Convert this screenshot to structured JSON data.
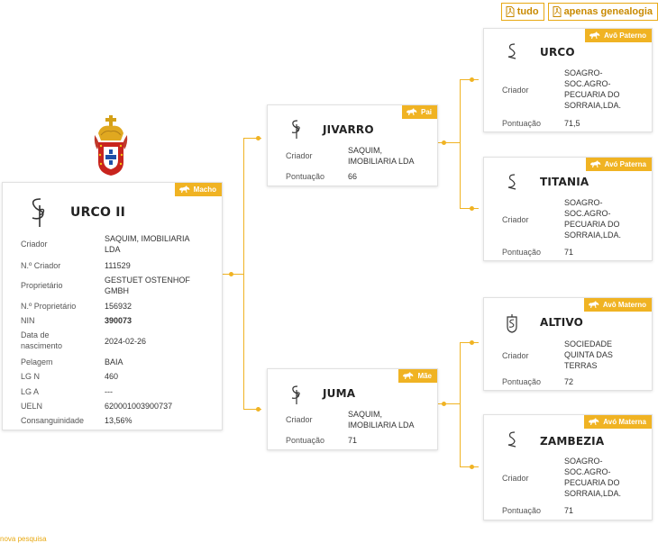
{
  "top_buttons": {
    "all_label": "tudo",
    "genealogy_label": "apenas genealogia"
  },
  "horse": {
    "name": "URCO II",
    "badge": "Macho",
    "fields": [
      {
        "label": "Criador",
        "value": "SAQUIM, IMOBILIARIA LDA"
      },
      {
        "label": "N.º Criador",
        "value": "111529"
      },
      {
        "label": "Proprietário",
        "value": "GESTUET OSTENHOF GMBH"
      },
      {
        "label": "N.º Proprietário",
        "value": "156932"
      },
      {
        "label": "NIN",
        "value": "390073"
      },
      {
        "label": "Data de nascimento",
        "value": "2024-02-26"
      },
      {
        "label": "Pelagem",
        "value": "BAIA"
      },
      {
        "label": "LG N",
        "value": "460"
      },
      {
        "label": "LG A",
        "value": "---"
      },
      {
        "label": "UELN",
        "value": "620001003900737"
      },
      {
        "label": "Consanguinidade",
        "value": "13,56%"
      }
    ]
  },
  "sire": {
    "name": "JIVARRO",
    "badge": "Pai",
    "criador_label": "Criador",
    "criador": "SAQUIM, IMOBILIARIA LDA",
    "pontuacao_label": "Pontuação",
    "pontuacao": "66"
  },
  "dam": {
    "name": "JUMA",
    "badge": "Mãe",
    "criador_label": "Criador",
    "criador": "SAQUIM, IMOBILIARIA LDA",
    "pontuacao_label": "Pontuação",
    "pontuacao": "71"
  },
  "grand_paternal_sire": {
    "name": "URCO",
    "badge": "Avô Paterno",
    "criador_label": "Criador",
    "criador": "SOAGRO-SOC.AGRO-PECUARIA DO SORRAIA,LDA.",
    "pontuacao_label": "Pontuação",
    "pontuacao": "71,5"
  },
  "grand_paternal_dam": {
    "name": "TITANIA",
    "badge": "Avó Paterna",
    "criador_label": "Criador",
    "criador": "SOAGRO-SOC.AGRO-PECUARIA DO SORRAIA,LDA.",
    "pontuacao_label": "Pontuação",
    "pontuacao": "71"
  },
  "grand_maternal_sire": {
    "name": "ALTIVO",
    "badge": "Avô Materno",
    "criador_label": "Criador",
    "criador": "SOCIEDADE QUINTA DAS TERRAS",
    "pontuacao_label": "Pontuação",
    "pontuacao": "72"
  },
  "grand_maternal_dam": {
    "name": "ZAMBEZIA",
    "badge": "Avó Materna",
    "criador_label": "Criador",
    "criador": "SOAGRO-SOC.AGRO-PECUARIA DO SORRAIA,LDA.",
    "pontuacao_label": "Pontuação",
    "pontuacao": "71"
  },
  "bottom_link": "nova pesquisa",
  "colors": {
    "accent": "#f0b323",
    "border": "#e1e1e1"
  }
}
